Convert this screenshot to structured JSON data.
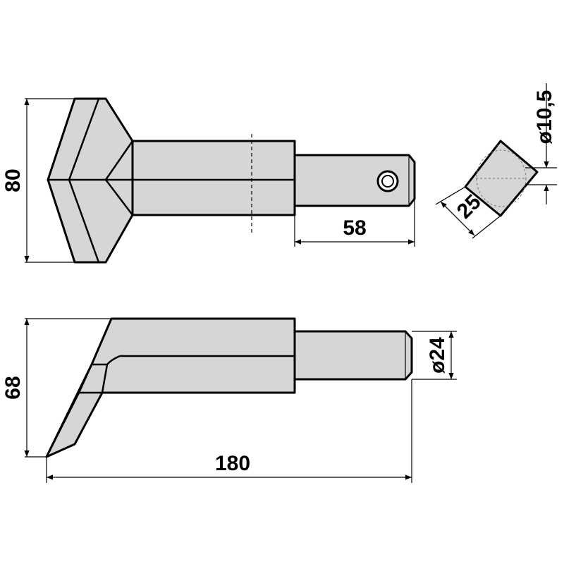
{
  "dimensions": {
    "height_top": "80",
    "shaft_length": "58",
    "hole_diameter": "ø10,5",
    "square_size": "25",
    "height_side": "68",
    "shank_diameter": "ø24",
    "overall_length": "180"
  },
  "colors": {
    "fill": "#d6d6d6",
    "line": "#000000",
    "background": "#ffffff"
  }
}
